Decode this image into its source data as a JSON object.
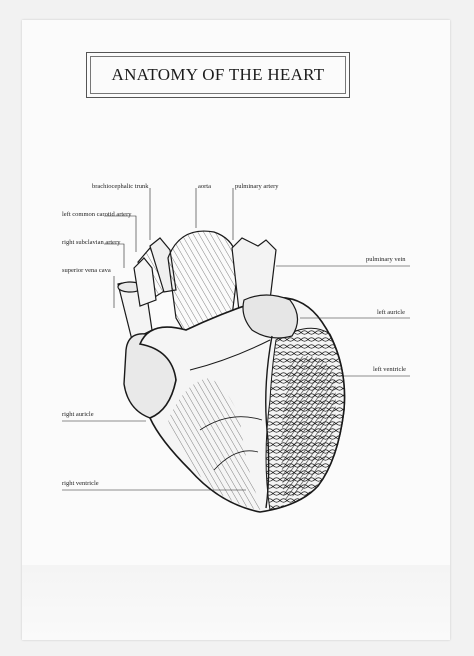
{
  "title": "ANATOMY OF THE HEART",
  "labels": {
    "brachiocephalic_trunk": "brachiocephalic trunk",
    "aorta": "aorta",
    "pulmonary_artery": "pulminary artery",
    "left_common_carotid_artery": "left common carotid artery",
    "right_subclavian_artery": "right subclavian artery",
    "superior_vena_cava": "superior vena cava",
    "pulmonary_vein": "pulminary vein",
    "left_auricle": "left auricle",
    "left_ventricle": "left ventricle",
    "right_auricle": "right auricle",
    "right_ventricle": "right ventricle"
  },
  "colors": {
    "ink": "#1a1a1a",
    "paper": "#fbfbfb",
    "background": "#f2f2f2"
  }
}
